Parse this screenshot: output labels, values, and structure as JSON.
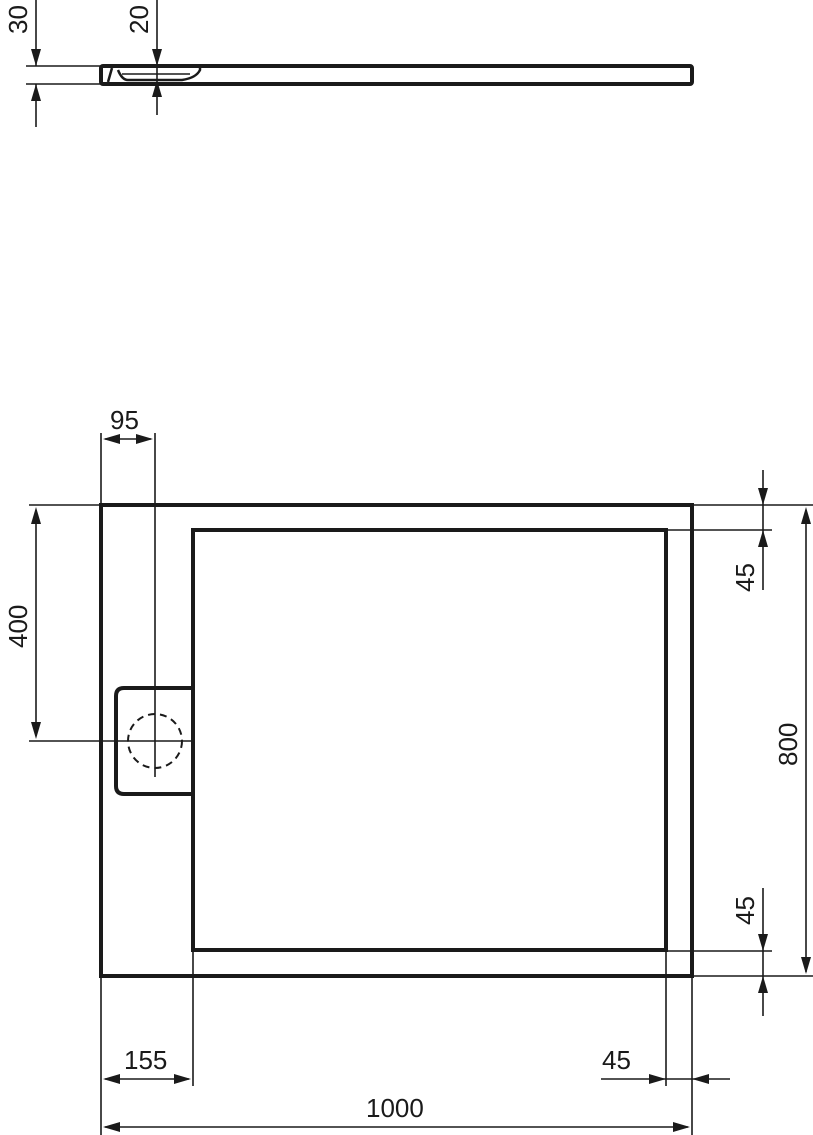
{
  "drawing": {
    "subject": "Rectangular shower tray with side drain - technical dimension drawing",
    "units": "mm",
    "side_view": {
      "dimensions": {
        "total_height": "30",
        "drain_height": "20"
      }
    },
    "top_view": {
      "dimensions": {
        "drain_offset_from_edge": "95",
        "drain_center_from_top": "400",
        "top_rim": "45",
        "bottom_rim": "45",
        "overall_depth": "800",
        "left_rim": "155",
        "right_rim": "45",
        "overall_width": "1000"
      }
    },
    "colors": {
      "line": "#1a1a1a",
      "background": "#ffffff"
    }
  }
}
